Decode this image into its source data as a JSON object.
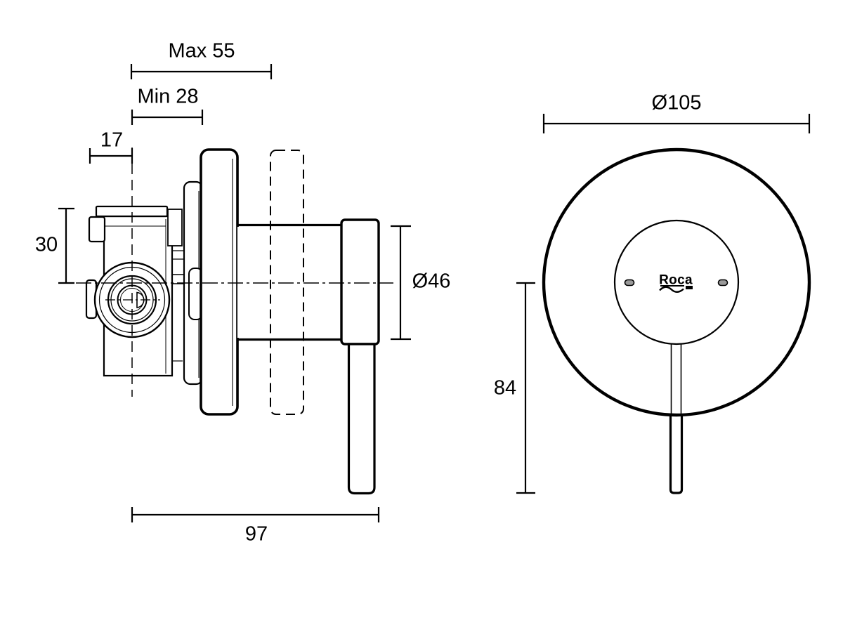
{
  "drawing": {
    "side_view": {
      "dimensions": {
        "max_depth": "Max 55",
        "min_depth": "Min 28",
        "center_offset": "17",
        "body_height": "30",
        "sleeve_diameter": "Ø46",
        "overall_length": "97"
      }
    },
    "front_view": {
      "dimensions": {
        "plate_diameter": "Ø105",
        "handle_length": "84"
      },
      "brand_logo": "Roca"
    },
    "colors": {
      "line": "#000000",
      "background": "#ffffff",
      "slot_fill": "#9a9a9a"
    }
  }
}
